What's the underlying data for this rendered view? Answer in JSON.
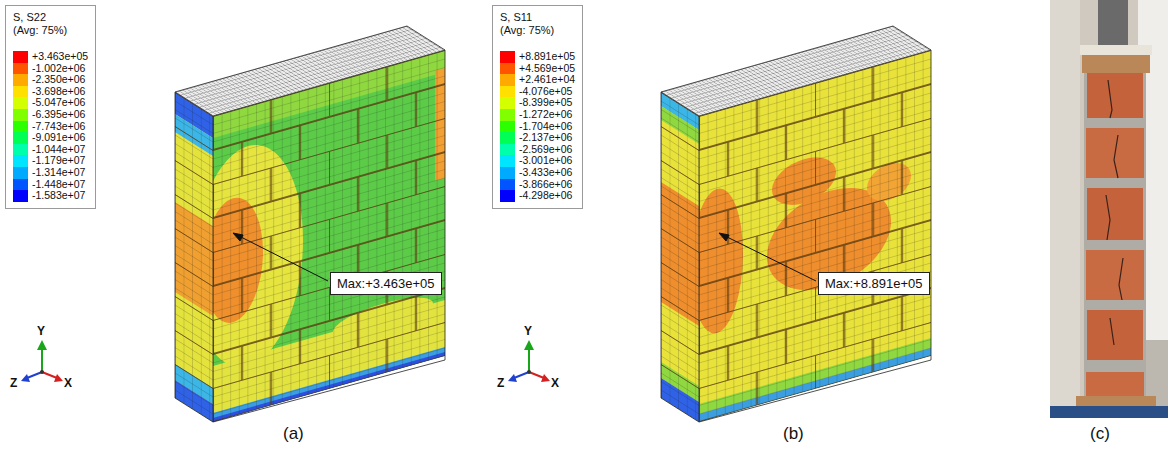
{
  "diagram": {
    "nodes": [
      {
        "text": [
          "S, S22",
          "(Avg: 75%)"
        ]
      },
      {
        "text": [
          "Max:+3.463e+05"
        ]
      },
      {
        "text": [
          "S, S11",
          "(Avg: 75%)"
        ]
      },
      {
        "text": [
          "Max:+8.891e+05"
        ]
      }
    ],
    "labels": [
      "Y",
      "Z",
      "X",
      "(a)",
      "Y",
      "Z",
      "X",
      "(b)",
      "(c)"
    ],
    "legend": [
      {
        "text": "+3.463e+05",
        "color": "#ff0000"
      },
      {
        "text": "-1.002e+06",
        "color": "#ff5500"
      },
      {
        "text": "-2.350e+06",
        "color": "#ffaa00"
      },
      {
        "text": "-3.698e+06",
        "color": "#ffe000"
      },
      {
        "text": "-5.047e+06",
        "color": "#d4ff00"
      },
      {
        "text": "-6.395e+06",
        "color": "#80ff00"
      },
      {
        "text": "-7.743e+06",
        "color": "#2bff00"
      },
      {
        "text": "-9.091e+06",
        "color": "#00ff55"
      },
      {
        "text": "-1.044e+07",
        "color": "#00ffaa"
      },
      {
        "text": "-1.179e+07",
        "color": "#00e5ff"
      },
      {
        "text": "-1.314e+07",
        "color": "#00aaff"
      },
      {
        "text": "-1.448e+07",
        "color": "#0055ff"
      },
      {
        "text": "-1.583e+07",
        "color": "#0000ff"
      },
      {
        "text": "+8.891e+05",
        "color": "#ff0000"
      },
      {
        "text": "+4.569e+05",
        "color": "#ff5500"
      },
      {
        "text": "+2.461e+04",
        "color": "#ffaa00"
      },
      {
        "text": "-4.076e+05",
        "color": "#ffe000"
      },
      {
        "text": "-8.399e+05",
        "color": "#d4ff00"
      },
      {
        "text": "-1.272e+06",
        "color": "#80ff00"
      },
      {
        "text": "-1.704e+06",
        "color": "#2bff00"
      },
      {
        "text": "-2.137e+06",
        "color": "#00ff55"
      },
      {
        "text": "-2.569e+06",
        "color": "#00ffaa"
      },
      {
        "text": "-3.001e+06",
        "color": "#00e5ff"
      },
      {
        "text": "-3.433e+06",
        "color": "#00aaff"
      },
      {
        "text": "-3.866e+06",
        "color": "#0055ff"
      },
      {
        "text": "-4.298e+06",
        "color": "#0000ff"
      }
    ]
  }
}
